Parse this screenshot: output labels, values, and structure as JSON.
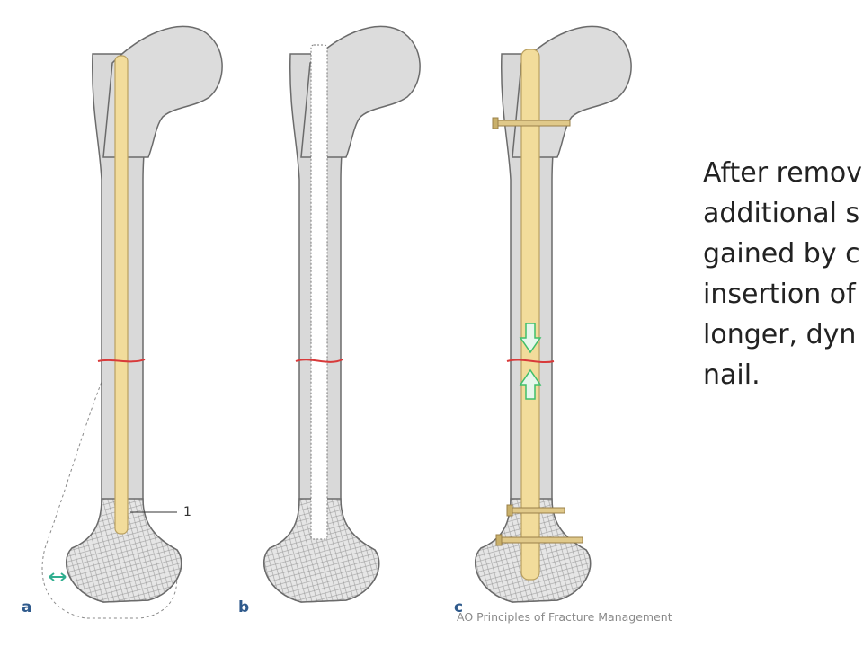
{
  "slide": {
    "body_text": "After remov\nadditional s\ngained by c\ninsertion of\nlonger, dyn\nnail.",
    "caption": "AO Principles of Fracture Management"
  },
  "figure": {
    "panels": [
      {
        "label": "a"
      },
      {
        "label": "b"
      },
      {
        "label": "c"
      }
    ],
    "callout": "1"
  },
  "colors": {
    "bone": "#d9d9d9",
    "bone_outline": "#6b6b6b",
    "nail": "#f2dc9b",
    "nail_outline": "#b9a060",
    "fracture": "#d83a3a",
    "arrow": "#3fbf6a",
    "label": "#2f5a8c"
  }
}
